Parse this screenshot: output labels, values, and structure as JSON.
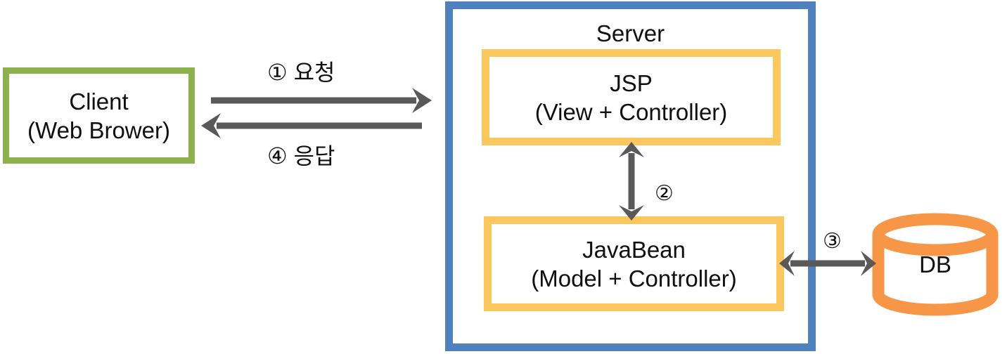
{
  "diagram": {
    "title": "JSP Model 1 architecture diagram",
    "colors": {
      "client_border": "#8DB14D",
      "server_border": "#4E81BD",
      "inner_box_border": "#FCC75E",
      "db_border": "#F79646",
      "arrow": "#595959",
      "text": "#101010",
      "background": "#FFFFFF"
    },
    "client": {
      "name": "Client",
      "line1": "Client",
      "line2": "(Web Brower)"
    },
    "server": {
      "title": "Server",
      "jsp": {
        "line1": "JSP",
        "line2": "(View + Controller)"
      },
      "javabean": {
        "line1": "JavaBean",
        "line2": "(Model + Controller)"
      }
    },
    "database": {
      "label": "DB"
    },
    "flows": [
      {
        "id": "1",
        "label": "① 요청",
        "number": "①",
        "text": "요청",
        "from": "Client",
        "to": "Server",
        "direction": "right"
      },
      {
        "id": "4",
        "label": "④ 응답",
        "number": "④",
        "text": "응답",
        "from": "Server",
        "to": "Client",
        "direction": "left"
      },
      {
        "id": "2",
        "label": "②",
        "number": "②",
        "text": "",
        "from": "JSP",
        "to": "JavaBean",
        "direction": "both"
      },
      {
        "id": "3",
        "label": "③",
        "number": "③",
        "text": "",
        "from": "JavaBean",
        "to": "DB",
        "direction": "both"
      }
    ]
  }
}
